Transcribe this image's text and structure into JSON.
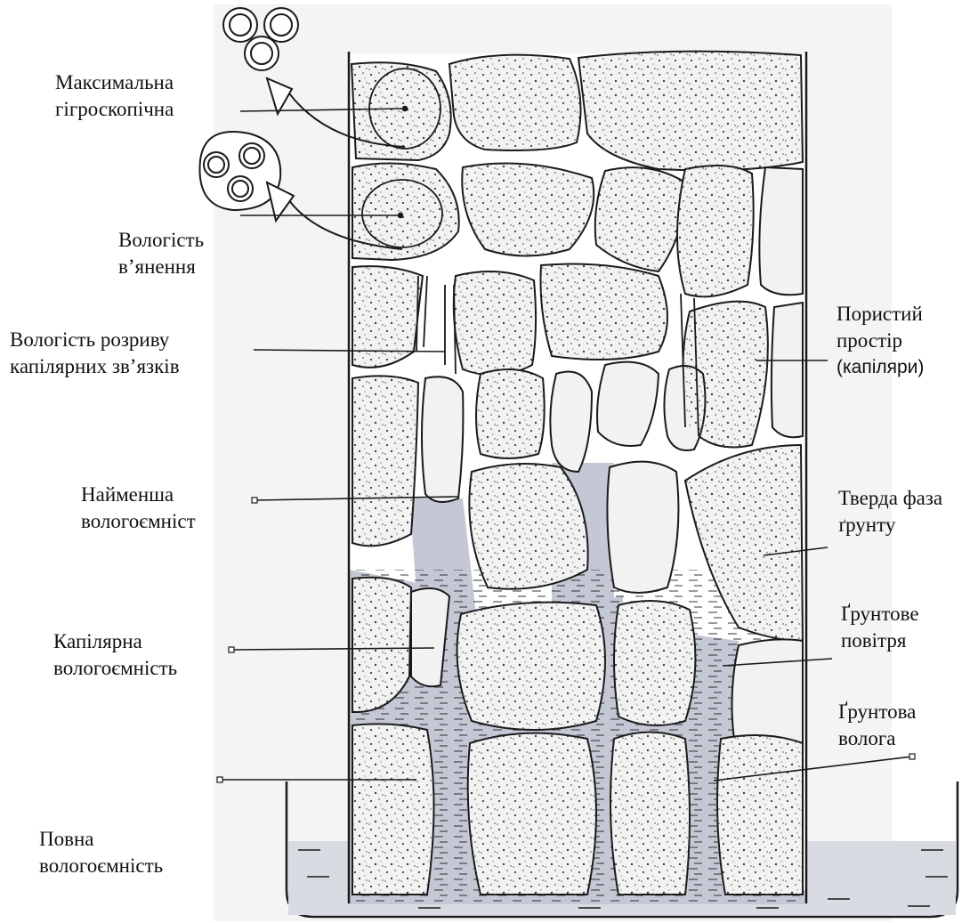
{
  "labels": {
    "max_hygro": [
      "Максимальна",
      "гігроскопічна"
    ],
    "wilting": [
      "Вологість",
      "в’янення"
    ],
    "capillary_break": [
      "Вологість розриву",
      "капілярних зв’язків"
    ],
    "min_capacity": [
      "Найменша",
      "вологоємніст"
    ],
    "capillary_capacity": [
      "Капілярна",
      "вологоємність"
    ],
    "full_capacity": [
      "Повна",
      "вологоємність"
    ],
    "pore_space": [
      "Пористий",
      "простір",
      "(капіляри)"
    ],
    "solid_phase": [
      "Тверда фаза",
      "ґрунту"
    ],
    "soil_air": [
      "Ґрунтове",
      "повітря"
    ],
    "soil_moisture": [
      "Ґрунтова",
      "волога"
    ]
  },
  "colors": {
    "line": "#1a1a1a",
    "water": "#c4c8d4",
    "particle": "#f2f2f2",
    "dots": "#2b2b2b",
    "background_panel": "#f4f4f4"
  }
}
